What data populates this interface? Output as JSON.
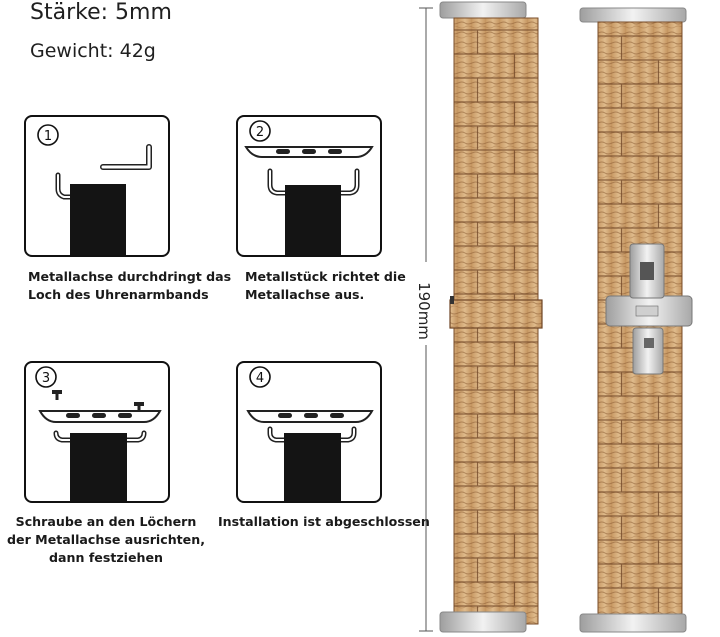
{
  "specs": {
    "thickness": "Stärke: 5mm",
    "weight": "Gewicht: 42g"
  },
  "steps": [
    {
      "number": "1",
      "caption_lines": [
        "Metallachse durchdringt das",
        "Loch des Uhrenarmbands"
      ]
    },
    {
      "number": "2",
      "caption_lines": [
        "Metallstück richtet die",
        "Metallachse aus."
      ]
    },
    {
      "number": "3",
      "caption_lines": [
        "Schraube an den Löchern",
        "der Metallachse ausrichten,",
        "dann festziehen"
      ]
    },
    {
      "number": "4",
      "caption_lines": [
        "Installation ist abgeschlossen"
      ]
    }
  ],
  "measurement": {
    "length": "190mm"
  },
  "colors": {
    "wood_light": "#d7b282",
    "wood_dark": "#8a5a32",
    "metal": "#c8c8c8",
    "band_black": "#141414"
  }
}
